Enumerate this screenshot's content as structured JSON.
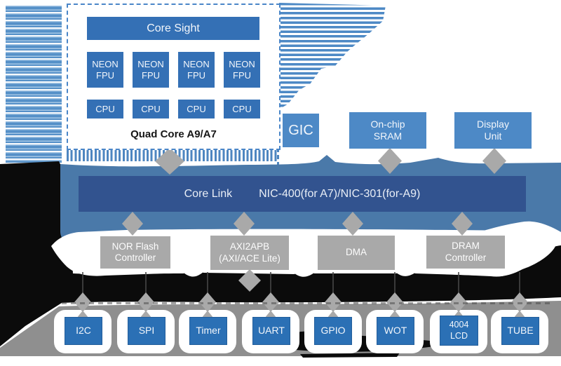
{
  "quad_core": {
    "core_sight": "Core Sight",
    "neon": {
      "line1": "NEON",
      "line2": "FPU"
    },
    "cpu": "CPU",
    "caption": "Quad Core A9/A7"
  },
  "top_blocks": {
    "gic": "GIC",
    "sram": {
      "line1": "On-chip",
      "line2": "SRAM"
    },
    "display": {
      "line1": "Display",
      "line2": "Unit"
    }
  },
  "bus": {
    "name": "Core Link",
    "spec": "NIC-400(for A7)/NIC-301(for-A9)"
  },
  "controllers": [
    {
      "line1": "NOR Flash",
      "line2": "Controller"
    },
    {
      "line1": "AXI2APB",
      "line2": "(AXI/ACE Lite)"
    },
    {
      "line1": "DMA",
      "line2": ""
    },
    {
      "line1": "DRAM",
      "line2": "Controller"
    }
  ],
  "peripherals": [
    {
      "line1": "I2C"
    },
    {
      "line1": "SPI"
    },
    {
      "line1": "Timer"
    },
    {
      "line1": "UART"
    },
    {
      "line1": "GPIO"
    },
    {
      "line1": "WOT"
    },
    {
      "line1": "4004",
      "line2": "LCD"
    },
    {
      "line1": "TUBE"
    }
  ],
  "colors": {
    "block_blue": "#2b70b5",
    "quad_blue": "#3470b5",
    "light_blue": "#4d89c6",
    "bus_navy": "#32538f",
    "blob_steel_blue": "#4a79a9",
    "stripe_blue": "#5590c8",
    "gray_block": "#a9a9a9",
    "band_gray": "#8f8f8f",
    "ink_black": "#0b0b0b"
  }
}
